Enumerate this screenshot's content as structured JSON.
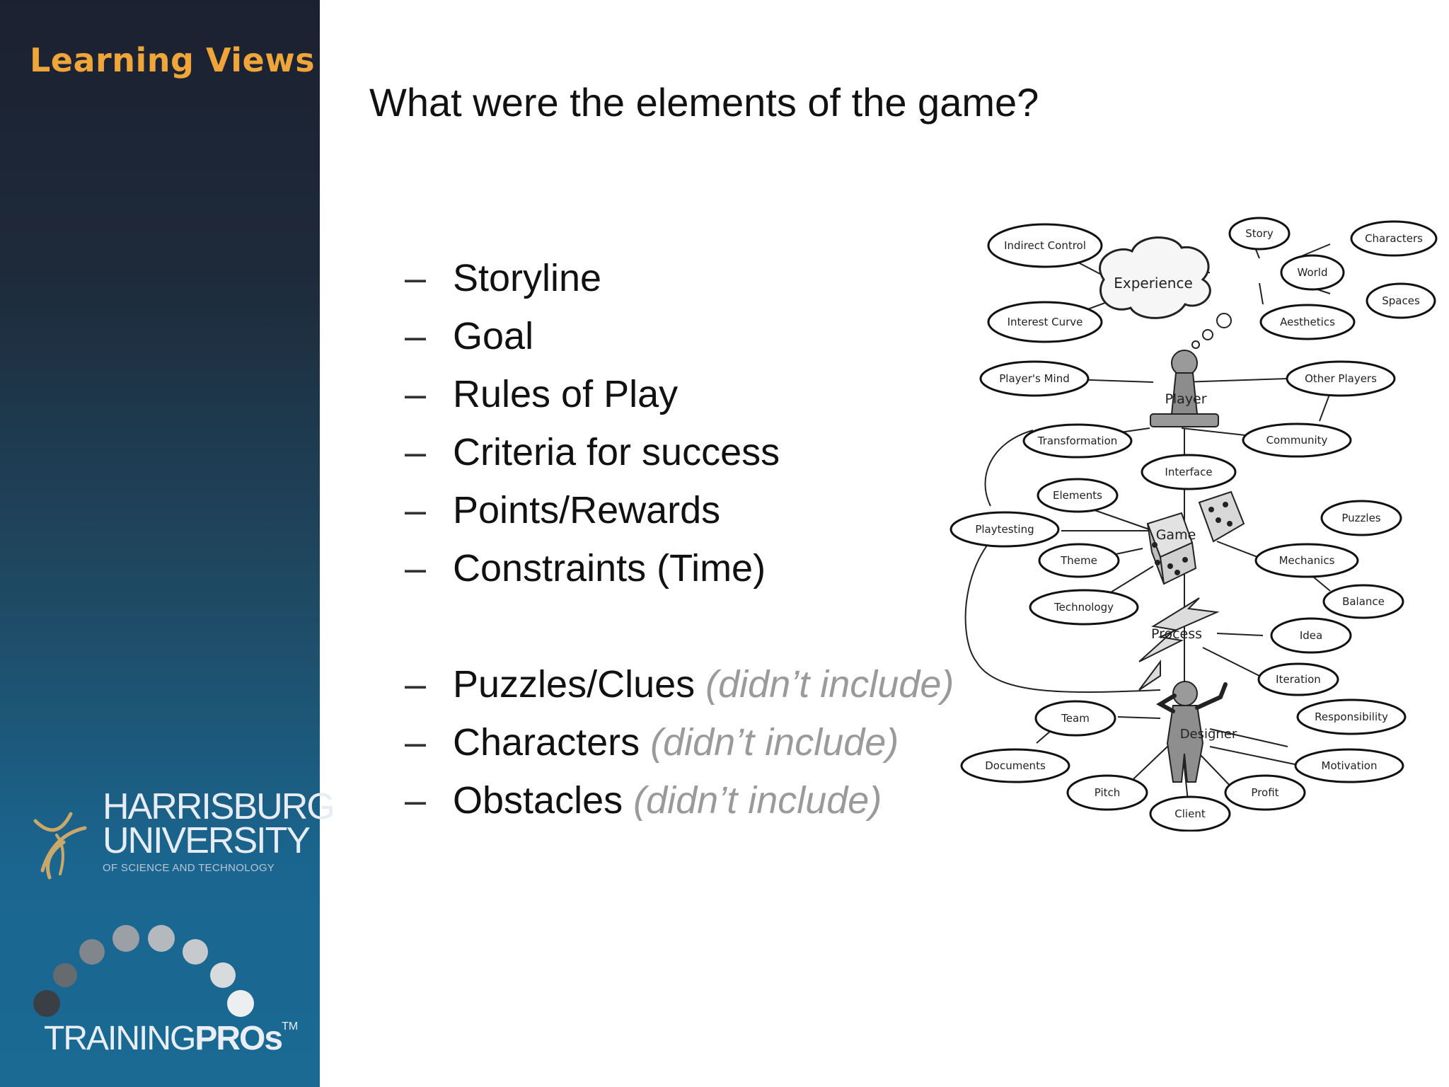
{
  "brand": {
    "text": "Learning Views",
    "color": "#f0a53a"
  },
  "logos": {
    "university_line1": "HARRISBURG",
    "university_line2": "UNIVERSITY",
    "university_line3": "OF SCIENCE AND TECHNOLOGY",
    "trainingpros_light": "TRAINING",
    "trainingpros_bold": "PROs",
    "trainingpros_tm": "TM"
  },
  "slide": {
    "title": "What were the elements of the game?",
    "bullets_group1": [
      {
        "dash": "–",
        "text": "Storyline",
        "note": ""
      },
      {
        "dash": "–",
        "text": "Goal",
        "note": ""
      },
      {
        "dash": "–",
        "text": "Rules of Play",
        "note": ""
      },
      {
        "dash": "–",
        "text": "Criteria for success",
        "note": ""
      },
      {
        "dash": "–",
        "text": "Points/Rewards",
        "note": ""
      },
      {
        "dash": "–",
        "text": "Constraints (Time)",
        "note": ""
      }
    ],
    "bullets_group2": [
      {
        "dash": "–",
        "text": "Puzzles/Clues",
        "note": "(didn’t include)"
      },
      {
        "dash": "–",
        "text": "Characters",
        "note": "(didn’t include)"
      },
      {
        "dash": "–",
        "text": "Obstacles",
        "note": "(didn’t include)"
      }
    ]
  },
  "diagram": {
    "hubs": {
      "experience": "Experience",
      "player": "Player",
      "game": "Game",
      "process": "Process",
      "designer": "Designer"
    },
    "nodes": {
      "indirect_control": "Indirect Control",
      "story": "Story",
      "characters": "Characters",
      "world": "World",
      "spaces": "Spaces",
      "interest_curve": "Interest Curve",
      "aesthetics": "Aesthetics",
      "players_mind": "Player's Mind",
      "other_players": "Other Players",
      "transformation": "Transformation",
      "community": "Community",
      "interface": "Interface",
      "elements": "Elements",
      "puzzles": "Puzzles",
      "playtesting": "Playtesting",
      "theme": "Theme",
      "mechanics": "Mechanics",
      "technology": "Technology",
      "balance": "Balance",
      "idea": "Idea",
      "iteration": "Iteration",
      "team": "Team",
      "responsibility": "Responsibility",
      "documents": "Documents",
      "motivation": "Motivation",
      "pitch": "Pitch",
      "profit": "Profit",
      "client": "Client"
    }
  }
}
